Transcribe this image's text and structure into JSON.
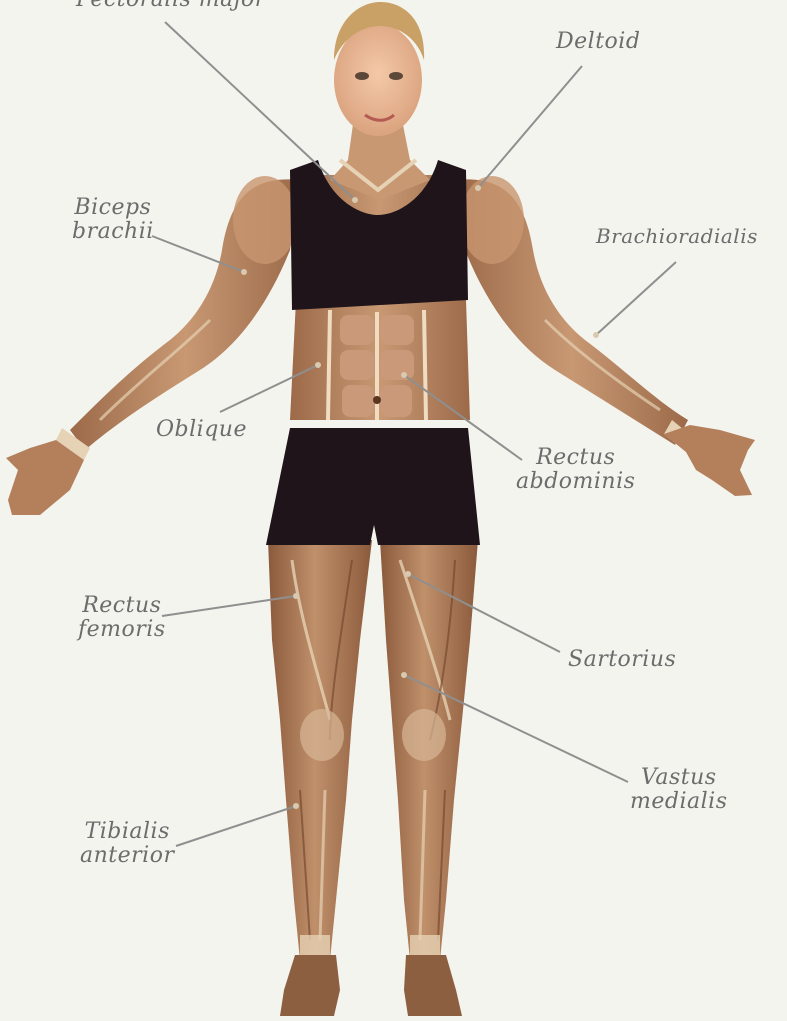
{
  "labels": {
    "pectoralis_major": "Pectoralis major",
    "deltoid": "Deltoid",
    "biceps_brachii_1": "Biceps",
    "biceps_brachii_2": "brachii",
    "brachioradialis": "Brachioradialis",
    "oblique": "Oblique",
    "rectus_abdominis_1": "Rectus",
    "rectus_abdominis_2": "abdominis",
    "rectus_femoris_1": "Rectus",
    "rectus_femoris_2": "femoris",
    "sartorius": "Sartorius",
    "vastus_medialis_1": "Vastus",
    "vastus_medialis_2": "medialis",
    "tibialis_anterior_1": "Tibialis",
    "tibialis_anterior_2": "anterior"
  },
  "colors": {
    "background": "#f4f4ee",
    "skin_muscle": "#b98662",
    "muscle_dark": "#8a5a3c",
    "tendon": "#e6d2b4",
    "clothing": "#1e1419",
    "hair": "#c9a066",
    "leader_line": "#8f8f8f",
    "label_text": "#6c6c6c"
  }
}
